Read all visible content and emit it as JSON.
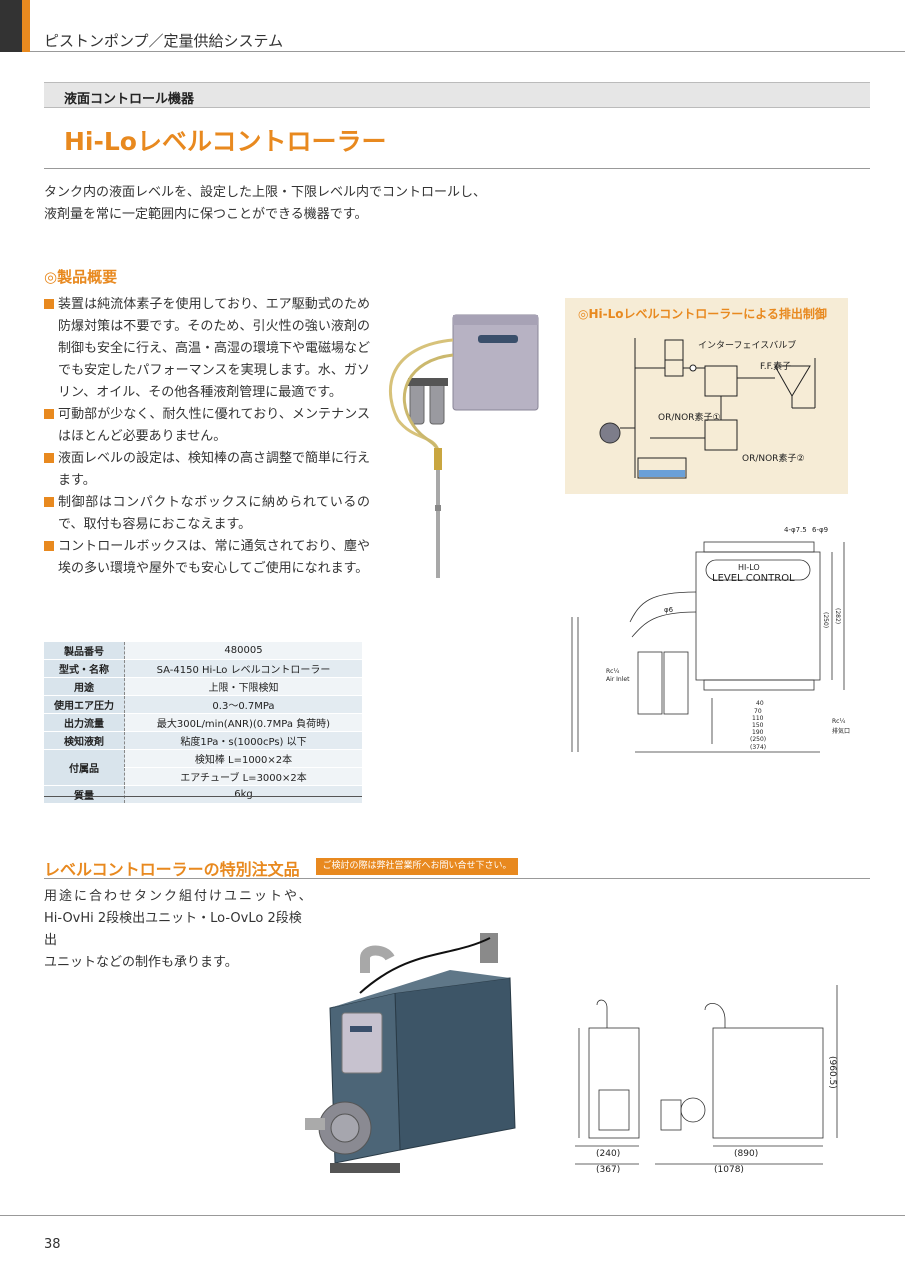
{
  "header": {
    "title": "ピストンポンプ／定量供給システム"
  },
  "section": {
    "label": "液面コントロール機器"
  },
  "product": {
    "title": "Hi-Loレベルコントローラー"
  },
  "intro": {
    "line1": "タンク内の液面レベルを、設定した上限・下限レベル内でコントロールし、",
    "line2": "液剤量を常に一定範囲内に保つことができる機器です。"
  },
  "overview": {
    "heading": "◎製品概要",
    "items": [
      "装置は純流体素子を使用しており、エア駆動式のため防爆対策は不要です。そのため、引火性の強い液剤の制御も安全に行え、高温・高湿の環境下や電磁場などでも安定したパフォーマンスを実現します。水、ガソリン、オイル、その他各種液剤管理に最適です。",
      "可動部が少なく、耐久性に優れており、メンテナンスはほとんど必要ありません。",
      "液面レベルの設定は、検知棒の高さ調整で簡単に行えます。",
      "制御部はコンパクトなボックスに納められているので、取付も容易におこなえます。",
      "コントロールボックスは、常に通気されており、塵や埃の多い環境や屋外でも安心してご使用になれます。"
    ]
  },
  "exhaust": {
    "title": "◎Hi-Loレベルコントローラーによる排出制御",
    "interface_valve": "インターフェイスバルブ",
    "ff_element": "F.F.素子",
    "or_nor1": "OR/NOR素子①",
    "or_nor2": "OR/NOR素子②"
  },
  "drawing1": {
    "top_dims1": "4-φ7.5",
    "top_dims2": "6-φ9",
    "box_label1": "HI-LO",
    "box_label2": "LEVEL CONTROL",
    "phi6": "φ6",
    "air_inlet1": "Rc¼",
    "air_inlet2": "Air Inlet",
    "exhaust1": "Rc¼",
    "exhaust2": "排気口",
    "d40": "40",
    "d70": "70",
    "d110": "110",
    "d150": "150",
    "d190": "190",
    "d250": "(250)",
    "d374": "(374)",
    "h250": "(250)",
    "h282": "(282)"
  },
  "spec": {
    "rows": [
      {
        "k": "製品番号",
        "v": "480005"
      },
      {
        "k": "型式・名称",
        "v": "SA-4150 Hi-Lo レベルコントローラー"
      },
      {
        "k": "用途",
        "v": "上限・下限検知"
      },
      {
        "k": "使用エア圧力",
        "v": "0.3～0.7MPa"
      },
      {
        "k": "出力流量",
        "v": "最大300L/min(ANR)(0.7MPa 負荷時)"
      },
      {
        "k": "検知液剤",
        "v": "粘度1Pa・s(1000cPs) 以下"
      }
    ],
    "accessories_key": "付属品",
    "accessories_v1": "検知棒 L=1000×2本",
    "accessories_v2": "エアチューブ L=3000×2本",
    "weight_key": "質量",
    "weight_v": "6kg"
  },
  "custom": {
    "heading": "レベルコントローラーの特別注文品",
    "badge": "ご検討の際は弊社営業所へお問い合せ下さい。",
    "line1": "用途に合わせタンク組付けユニットや、",
    "line2": "Hi-OvHi 2段検出ユニット・Lo-OvLo 2段検出",
    "line3": "ユニットなどの制作も承ります。"
  },
  "drawing2": {
    "d240": "(240)",
    "d367": "(367)",
    "d890": "(890)",
    "d1078": "(1078)",
    "h960": "(960.5)"
  },
  "footer": {
    "page": "38"
  }
}
